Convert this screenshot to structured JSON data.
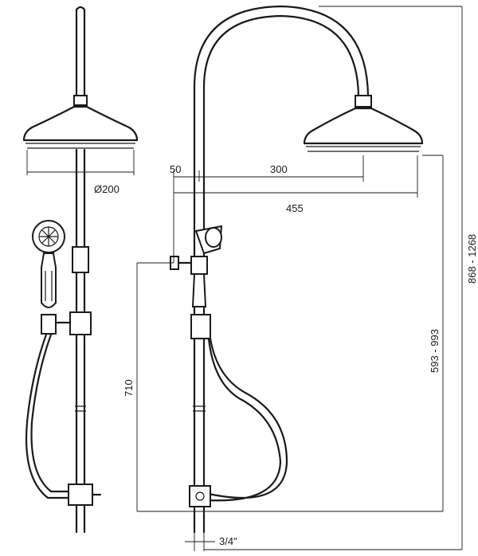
{
  "dimensions": {
    "diameter_head": "Ø200",
    "offset_50": "50",
    "arm_300": "300",
    "width_455": "455",
    "height_710": "710",
    "height_range_arm": "593 - 993",
    "height_range_total": "868 - 1268",
    "inlet": "3/4\""
  }
}
